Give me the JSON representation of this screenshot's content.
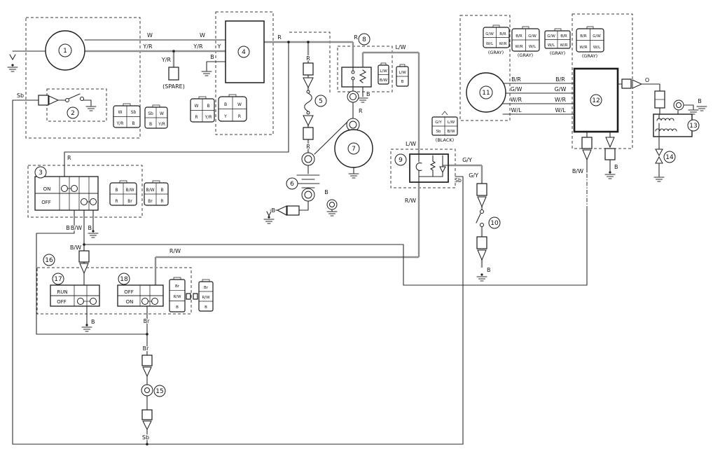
{
  "numbers": [
    "1",
    "2",
    "3",
    "4",
    "5",
    "6",
    "7",
    "8",
    "9",
    "10",
    "11",
    "12",
    "13",
    "14",
    "15",
    "16",
    "17",
    "18"
  ],
  "wire_labels": [
    "W",
    "Y/R",
    "W",
    "Y/R",
    "Y",
    "Y/R",
    "(SPARE)",
    "B",
    "Sb",
    "R",
    "R",
    "R",
    "R",
    "L/W",
    "B",
    "R",
    "L/W",
    "G/Y",
    "G/Y",
    "Sb",
    "R/W",
    "B",
    "B/R",
    "G/W",
    "W/R",
    "W/L",
    "B/R",
    "G/W",
    "W/R",
    "W/L",
    "B/W",
    "B",
    "O",
    "B",
    "R",
    "Br",
    "B/W",
    "B",
    "B/W",
    "R/W",
    "B",
    "Br",
    "Br",
    "Sb",
    "B",
    "B"
  ],
  "connectors": {
    "c01": {
      "cells": [
        "W",
        "Sb",
        "Y/R",
        "B"
      ]
    },
    "c02": {
      "cells": [
        "Sb",
        "W",
        "B",
        "Y/R"
      ]
    },
    "c03": {
      "cells": [
        "W",
        "B",
        "R",
        "Y/R"
      ]
    },
    "c04": {
      "cells": [
        "B",
        "W",
        "Y",
        "R"
      ]
    },
    "c05": {
      "cells": [
        "B",
        "B/W",
        "R",
        "Br"
      ]
    },
    "c06": {
      "cells": [
        "B/W",
        "B",
        "Br",
        "R"
      ]
    },
    "c07": {
      "cells": [
        "G/Y",
        "L/W",
        "Sb",
        "B/W"
      ],
      "caption": "(BLACK)"
    },
    "c08": {
      "cells": [
        "G/W",
        "B/R",
        "W/L",
        "W/R"
      ],
      "caption": "(GRAY)"
    },
    "c09": {
      "cells": [
        "B/R",
        "G/W",
        "W/R",
        "W/L"
      ],
      "caption": "(GRAY)"
    },
    "c10": {
      "cells": [
        "G/W",
        "B/R",
        "W/L",
        "W/R"
      ],
      "caption": "(GRAY)"
    },
    "c11": {
      "cells": [
        "B/R",
        "G/W",
        "W/R",
        "W/L"
      ],
      "caption": "(GRAY)"
    },
    "c12": {
      "cells": [
        "L/W",
        "B/W"
      ]
    },
    "c13": {
      "cells": [
        "L/W",
        "B"
      ]
    },
    "c14": {
      "cells": [
        "Br",
        "R/W",
        "B"
      ]
    },
    "c15": {
      "cells": [
        "Br",
        "R/W",
        "B"
      ]
    }
  },
  "switches": {
    "main": [
      "ON",
      "OFF"
    ],
    "stop": [
      "RUN",
      "OFF"
    ],
    "light": [
      "OFF",
      "ON"
    ]
  }
}
